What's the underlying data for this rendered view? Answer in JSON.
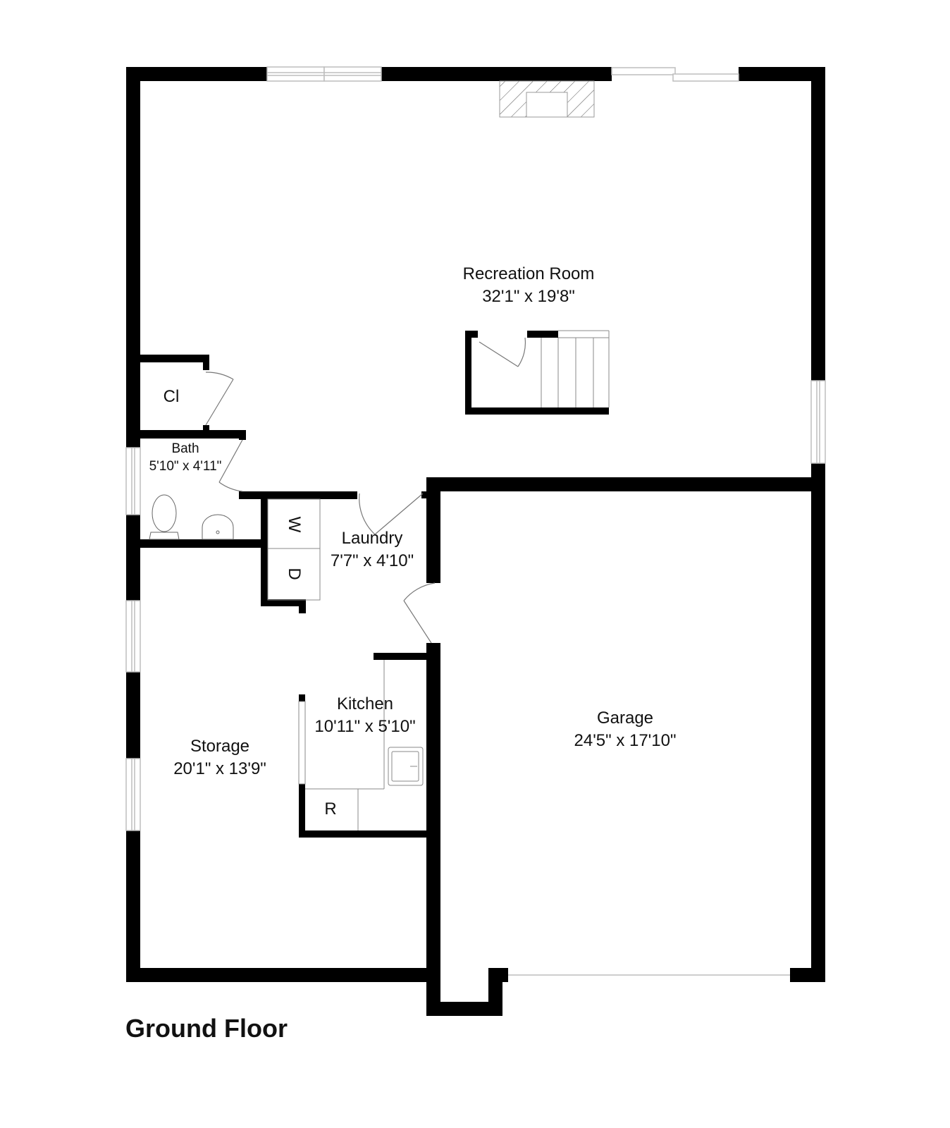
{
  "floor_title": "Ground Floor",
  "rooms": {
    "recreation": {
      "name": "Recreation Room",
      "size": "32'1\" x 19'8\""
    },
    "closet": {
      "name": "Cl"
    },
    "bath": {
      "name": "Bath",
      "size": "5'10\" x 4'11\""
    },
    "laundry": {
      "name": "Laundry",
      "size": "7'7\" x 4'10\""
    },
    "kitchen": {
      "name": "Kitchen",
      "size": "10'11\" x 5'10\""
    },
    "storage": {
      "name": "Storage",
      "size": "20'1\" x 13'9\""
    },
    "garage": {
      "name": "Garage",
      "size": "24'5\" x 17'10\""
    }
  },
  "fixtures": {
    "washer": "W",
    "dryer": "D",
    "refrigerator": "R"
  },
  "colors": {
    "wall": "#000000",
    "window": "#bdbdbd",
    "background": "#ffffff"
  }
}
